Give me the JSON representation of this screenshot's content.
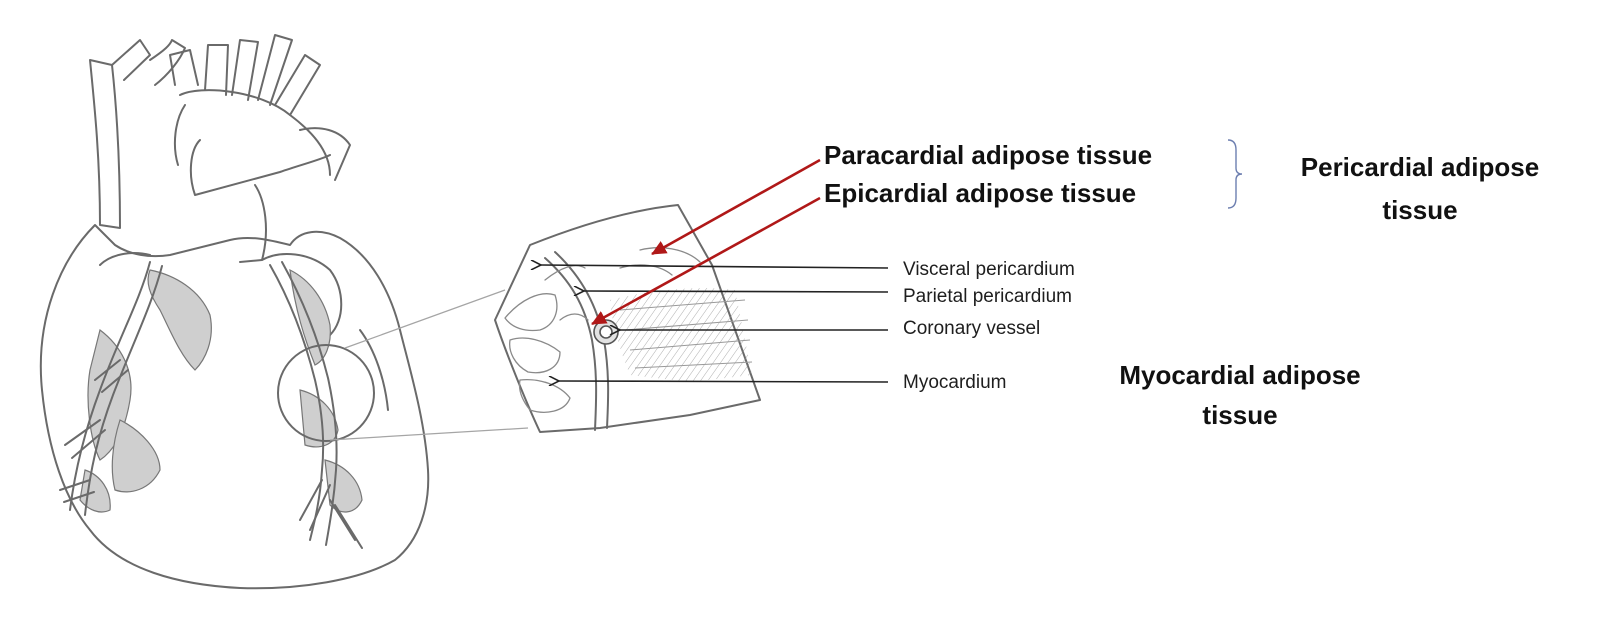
{
  "labels": {
    "paracardial": "Paracardial  adipose tissue",
    "epicardial": "Epicardial  adipose tissue",
    "pericardial_line1": "Pericardial adipose",
    "pericardial_line2": "tissue",
    "visceral": "Visceral pericardium",
    "parietal": "Parietal pericardium",
    "coronary": "Coronary vessel",
    "myocardium": "Myocardium",
    "myocardial_line1": "Myocardial adipose",
    "myocardial_line2": "tissue"
  },
  "colors": {
    "red_arrow": "#b01818",
    "black_arrow": "#222222",
    "brace": "#6d7fb0",
    "sketch": "#6a6a6a",
    "fat_shading": "#cfcfcf"
  }
}
